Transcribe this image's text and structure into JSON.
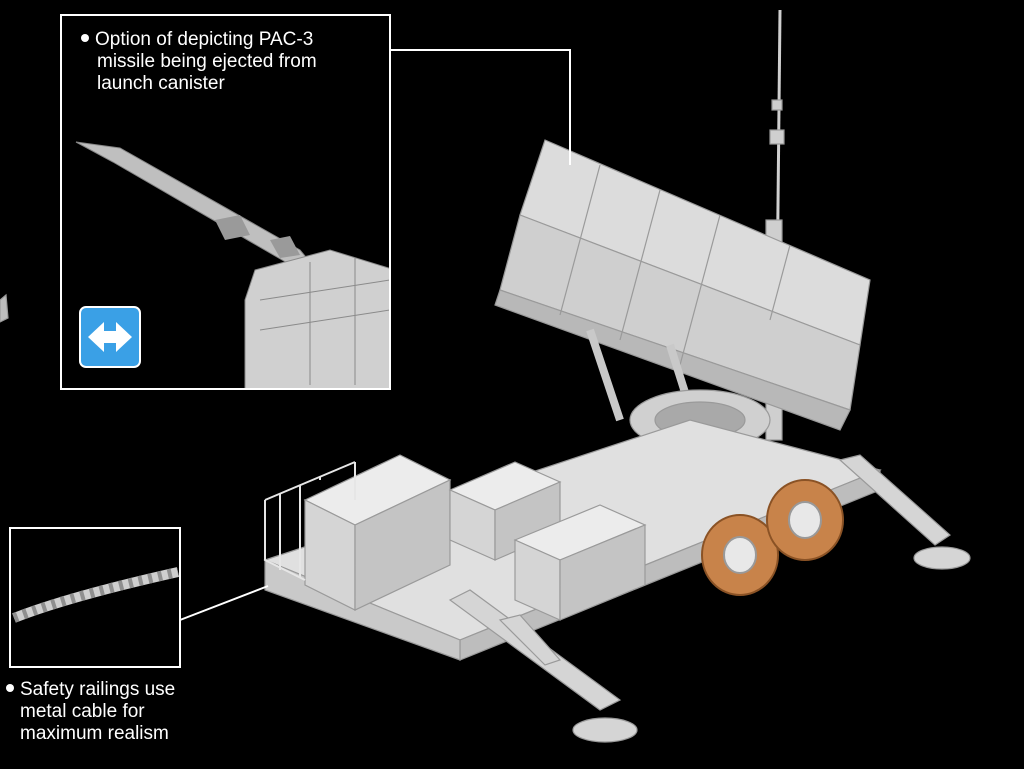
{
  "callouts": {
    "pac3": {
      "lines": [
        "Option of depicting PAC-3",
        "missile being ejected from",
        "launch canister"
      ]
    },
    "railings": {
      "lines": [
        "Safety railings use",
        "metal cable for",
        "maximum realism"
      ]
    }
  },
  "colors": {
    "background": "#000000",
    "model": "#d9d9d9",
    "model_shade": "#a9a9a9",
    "wheel": "#c8834a",
    "badge": "#3aa0e6",
    "frame": "#ffffff"
  },
  "icons": {
    "option_badge": "double-arrow-icon"
  }
}
